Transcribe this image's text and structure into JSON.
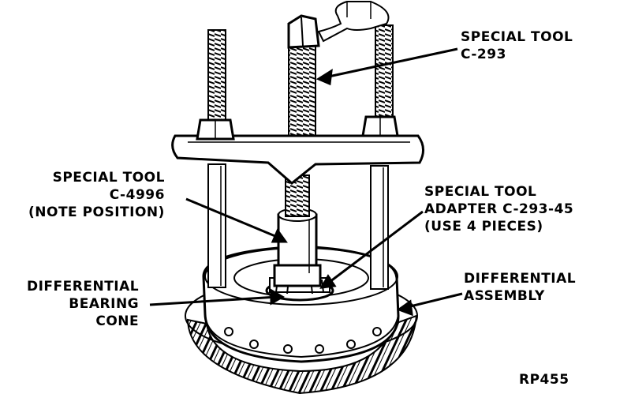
{
  "figure_id": "RP455",
  "callouts": {
    "tool_c293": [
      "SPECIAL TOOL",
      "C-293"
    ],
    "tool_c4996": [
      "SPECIAL TOOL",
      "C-4996",
      "(NOTE POSITION)"
    ],
    "adapter": [
      "SPECIAL TOOL",
      "ADAPTER C-293-45",
      "(USE 4 PIECES)"
    ],
    "bearing_cone": [
      "DIFFERENTIAL",
      "BEARING",
      "CONE"
    ],
    "diff_assembly": [
      "DIFFERENTIAL",
      "ASSEMBLY"
    ]
  },
  "colors": {
    "ink": "#000000",
    "paper": "#ffffff",
    "shade": "#b8b8b8"
  }
}
